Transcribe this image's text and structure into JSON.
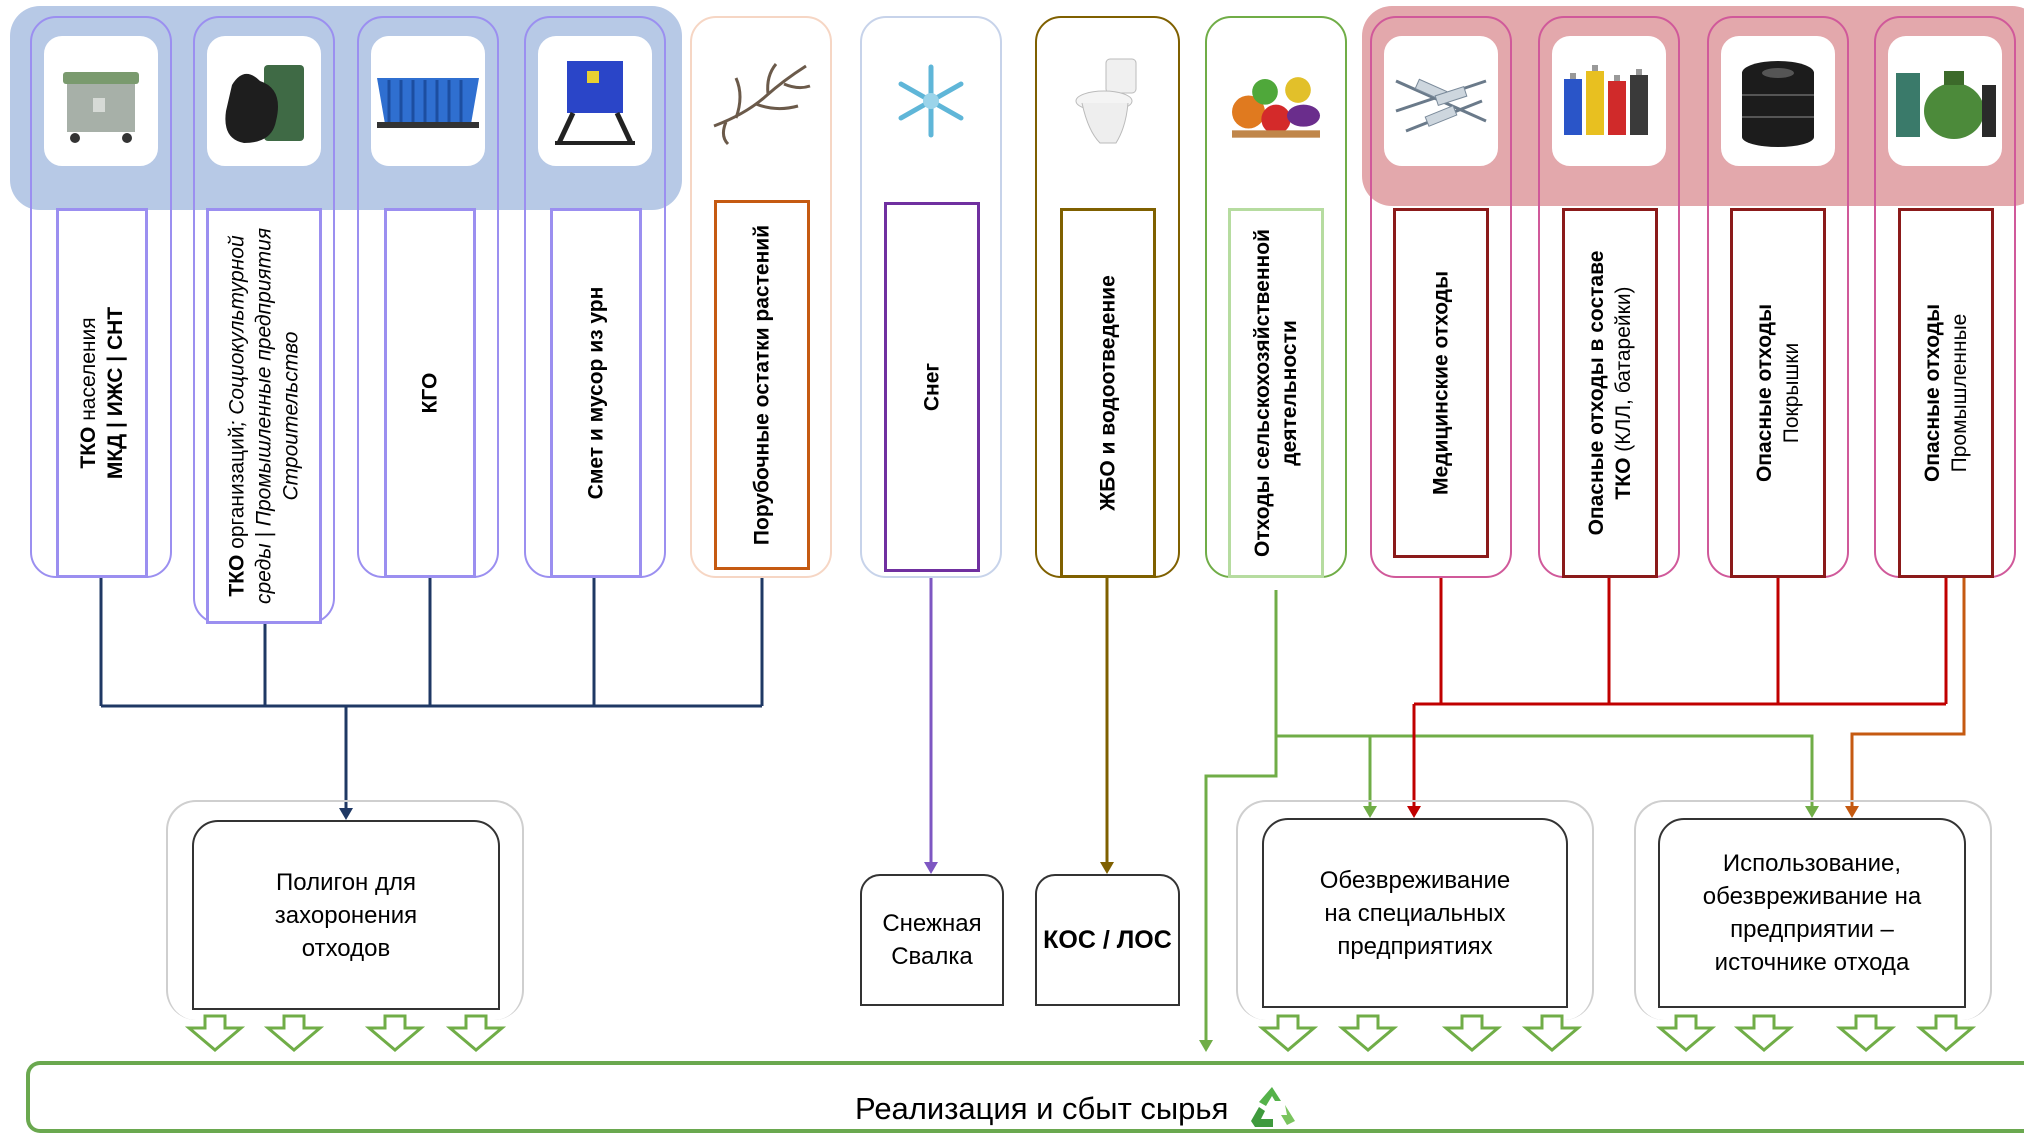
{
  "columns": [
    {
      "id": "tko-pop",
      "parts": [
        [
          "b",
          "ТКО"
        ],
        [
          "n",
          " населения"
        ],
        [
          "br"
        ],
        [
          "b",
          "МКД | ИЖС | СНТ"
        ]
      ],
      "icon": "waste-container-icon"
    },
    {
      "id": "tko-org",
      "parts": [
        [
          "b",
          "ТКО"
        ],
        [
          "n",
          " организаций"
        ],
        [
          "i",
          "; Социокультурной"
        ],
        [
          "br"
        ],
        [
          "i",
          "среды | Промышленные предприятия"
        ],
        [
          "br"
        ],
        [
          "i",
          "Строительство"
        ]
      ],
      "icon": "garbage-bag-icon"
    },
    {
      "id": "kgo",
      "parts": [
        [
          "b",
          "КГО"
        ]
      ],
      "icon": "dumpster-icon"
    },
    {
      "id": "smet",
      "parts": [
        [
          "b",
          "Смет и мусор из урн"
        ]
      ],
      "icon": "street-bin-icon"
    },
    {
      "id": "porub",
      "parts": [
        [
          "b",
          "Порубочные остатки растений"
        ]
      ],
      "icon": "branches-icon"
    },
    {
      "id": "sneg",
      "parts": [
        [
          "b",
          "Снег"
        ]
      ],
      "icon": "snowflake-icon"
    },
    {
      "id": "zhbo",
      "parts": [
        [
          "b",
          "ЖБО и водоотведение"
        ]
      ],
      "icon": "toilet-icon"
    },
    {
      "id": "agro",
      "parts": [
        [
          "b",
          "Отходы сельскохозяйственной"
        ],
        [
          "br"
        ],
        [
          "b",
          "деятельности"
        ]
      ],
      "icon": "vegetables-icon"
    },
    {
      "id": "med",
      "parts": [
        [
          "b",
          "Медицинские отходы"
        ]
      ],
      "icon": "syringes-icon"
    },
    {
      "id": "haz-tko",
      "parts": [
        [
          "b",
          "Опасные отходы в составе"
        ],
        [
          "br"
        ],
        [
          "b",
          "ТКО"
        ],
        [
          "n",
          " (КЛЛ, батарейки)"
        ]
      ],
      "icon": "batteries-icon"
    },
    {
      "id": "haz-tires",
      "parts": [
        [
          "b",
          "Опасные отходы"
        ],
        [
          "br"
        ],
        [
          "n",
          "Покрышки"
        ]
      ],
      "icon": "tires-icon"
    },
    {
      "id": "haz-ind",
      "parts": [
        [
          "b",
          "Опасные отходы"
        ],
        [
          "br"
        ],
        [
          "n",
          "Промышленные"
        ]
      ],
      "icon": "industrial-tanks-icon"
    }
  ],
  "destinations": {
    "landfill": "Полигон для\nзахоронения\nотходов",
    "snow_dump": "Снежная\nСвалка",
    "kos": "КОС / ЛОС",
    "neutralization": "Обезвреживание\nна специальных\nпредприятиях",
    "use_at_source": "Использование,\nобезвреживание на\nпредприятии –\nисточнике отхода"
  },
  "final": {
    "label": "Реализация и сбыт сырья",
    "icon": "recycle-icon"
  },
  "colors": {
    "blue_band": "#b4c7e7",
    "red_band": "#e6a9ad",
    "purple": "#9b8ff0",
    "violet": "#7030a0",
    "orange": "#c55a11",
    "olive": "#7f6000",
    "green": "#70ad47",
    "crimson": "#c00000",
    "navy": "#1f3864",
    "magenta_card": "#d0599a"
  }
}
